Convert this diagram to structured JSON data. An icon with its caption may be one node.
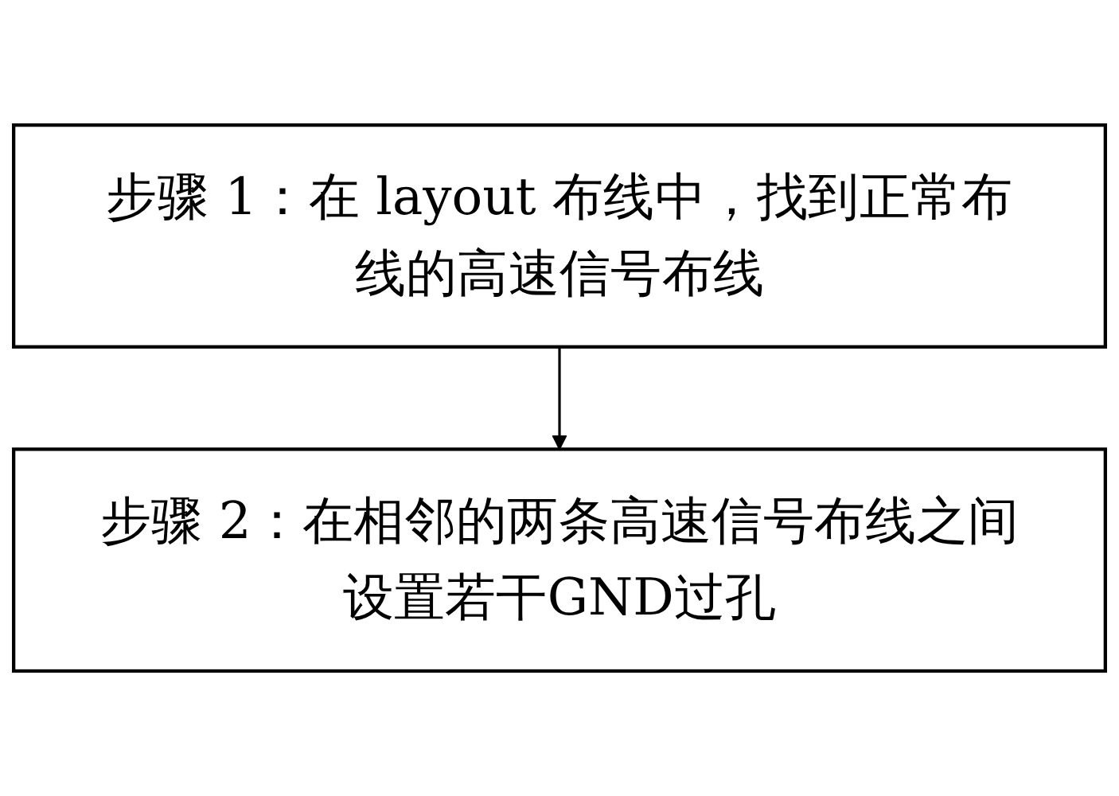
{
  "diagram": {
    "nodes": [
      {
        "text": [
          "步骤 1：在 layout 布线中，找到正常布线的高速信号布线"
        ]
      },
      {
        "text": [
          "步骤 2：在相邻的两条高速信号布线之间设置若干GND过孔"
        ]
      }
    ],
    "edges": [
      {
        "from": 0,
        "to": 1,
        "arrow": "to"
      }
    ]
  }
}
